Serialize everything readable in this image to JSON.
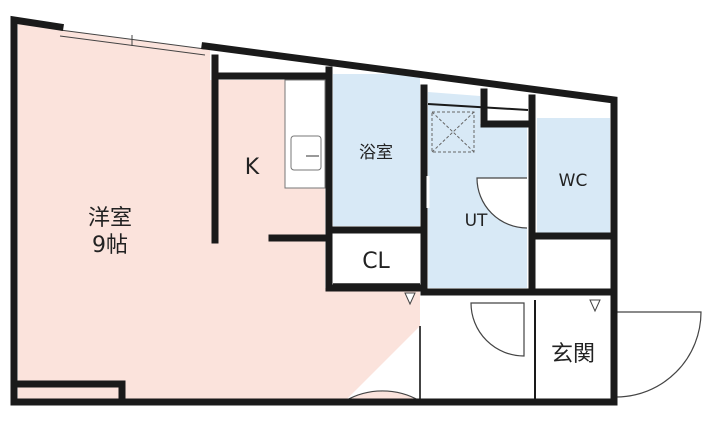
{
  "rooms": {
    "western_room_name": "洋室",
    "western_room_size": "9帖",
    "kitchen": "K",
    "bath": "浴室",
    "closet": "CL",
    "utility": "UT",
    "toilet": "WC",
    "entrance": "玄関"
  },
  "colors": {
    "wall": "#1a1a1a",
    "western_room_fill": "#fbe3dc",
    "wet_area_fill": "#d8e9f6",
    "neutral_fill": "#ffffff",
    "fixture_stroke": "#777777"
  }
}
